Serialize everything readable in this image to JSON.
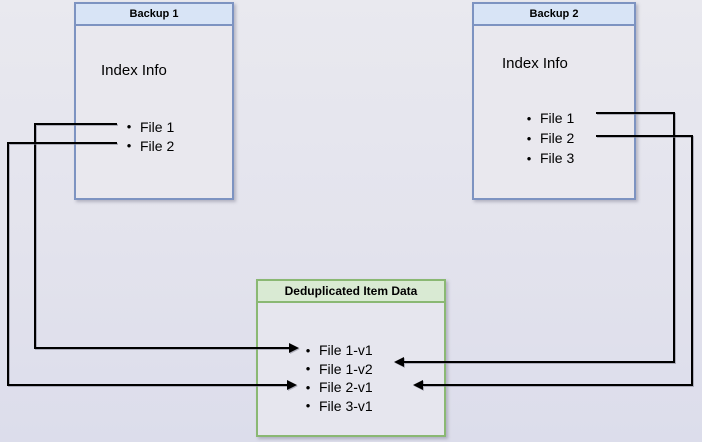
{
  "boxes": {
    "backup1": {
      "title": "Backup 1",
      "section_label": "Index Info",
      "files": [
        "File 1",
        "File 2"
      ],
      "border_color": "#7d93c1",
      "header_fill": "#d8e4f6"
    },
    "backup2": {
      "title": "Backup 2",
      "section_label": "Index Info",
      "files": [
        "File 1",
        "File 2",
        "File 3"
      ],
      "border_color": "#7d93c1",
      "header_fill": "#d8e4f6"
    },
    "dedup": {
      "title": "Deduplicated Item Data",
      "items": [
        "File 1-v1",
        "File 1-v2",
        "File 2-v1",
        "File 3-v1"
      ],
      "border_color": "#8ab873",
      "header_fill": "#d9ead3"
    }
  },
  "connections": [
    {
      "from": "Backup 1 / File 1",
      "to": "File 1-v1",
      "direction": "left-into-dedup"
    },
    {
      "from": "Backup 1 / File 2",
      "to": "File 2-v1",
      "direction": "left-into-dedup"
    },
    {
      "from": "Backup 2 / File 1",
      "to": "File 1-v2",
      "direction": "right-into-dedup"
    },
    {
      "from": "Backup 2 / File 2",
      "to": "File 2-v1",
      "direction": "right-into-dedup"
    }
  ],
  "bullet_glyph": "•",
  "line_color": "#000000"
}
